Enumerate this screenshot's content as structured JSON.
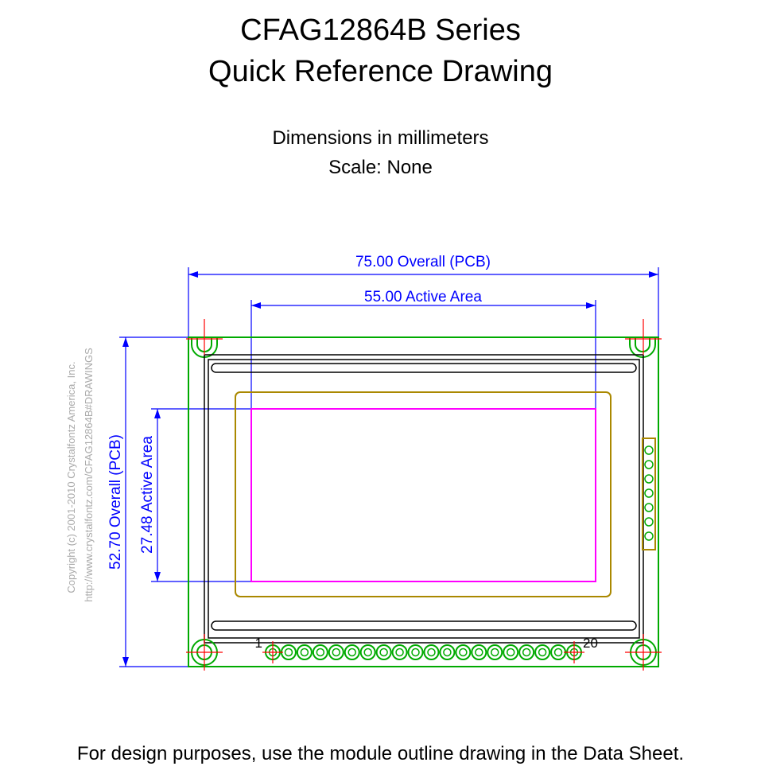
{
  "title_line1": "CFAG12864B Series",
  "title_line2": "Quick Reference Drawing",
  "subtitle_line1": "Dimensions in millimeters",
  "subtitle_line2": "Scale: None",
  "dimensions": {
    "overall_width_label": "75.00 Overall (PCB)",
    "active_width_label": "55.00 Active Area",
    "overall_height_label": "52.70 Overall (PCB)",
    "active_height_label": "27.48 Active Area"
  },
  "pins": {
    "first_label": "1",
    "last_label": "20",
    "count": 20
  },
  "copyright_line1": "Copyright (c) 2001-2010 Crystalfontz America, Inc.",
  "copyright_line2": "http://www.crystalfontz.com/CFAG12864B#DRAWINGS",
  "footer_note": "For design purposes, use the module outline drawing in the Data Sheet.",
  "colors": {
    "dimension": "#0000ff",
    "pcb": "#00aa00",
    "bezel": "#aa8800",
    "active": "#ff00ff",
    "outline": "#000000",
    "center_mark": "#ff0000",
    "copyright": "#aaaaaa"
  }
}
